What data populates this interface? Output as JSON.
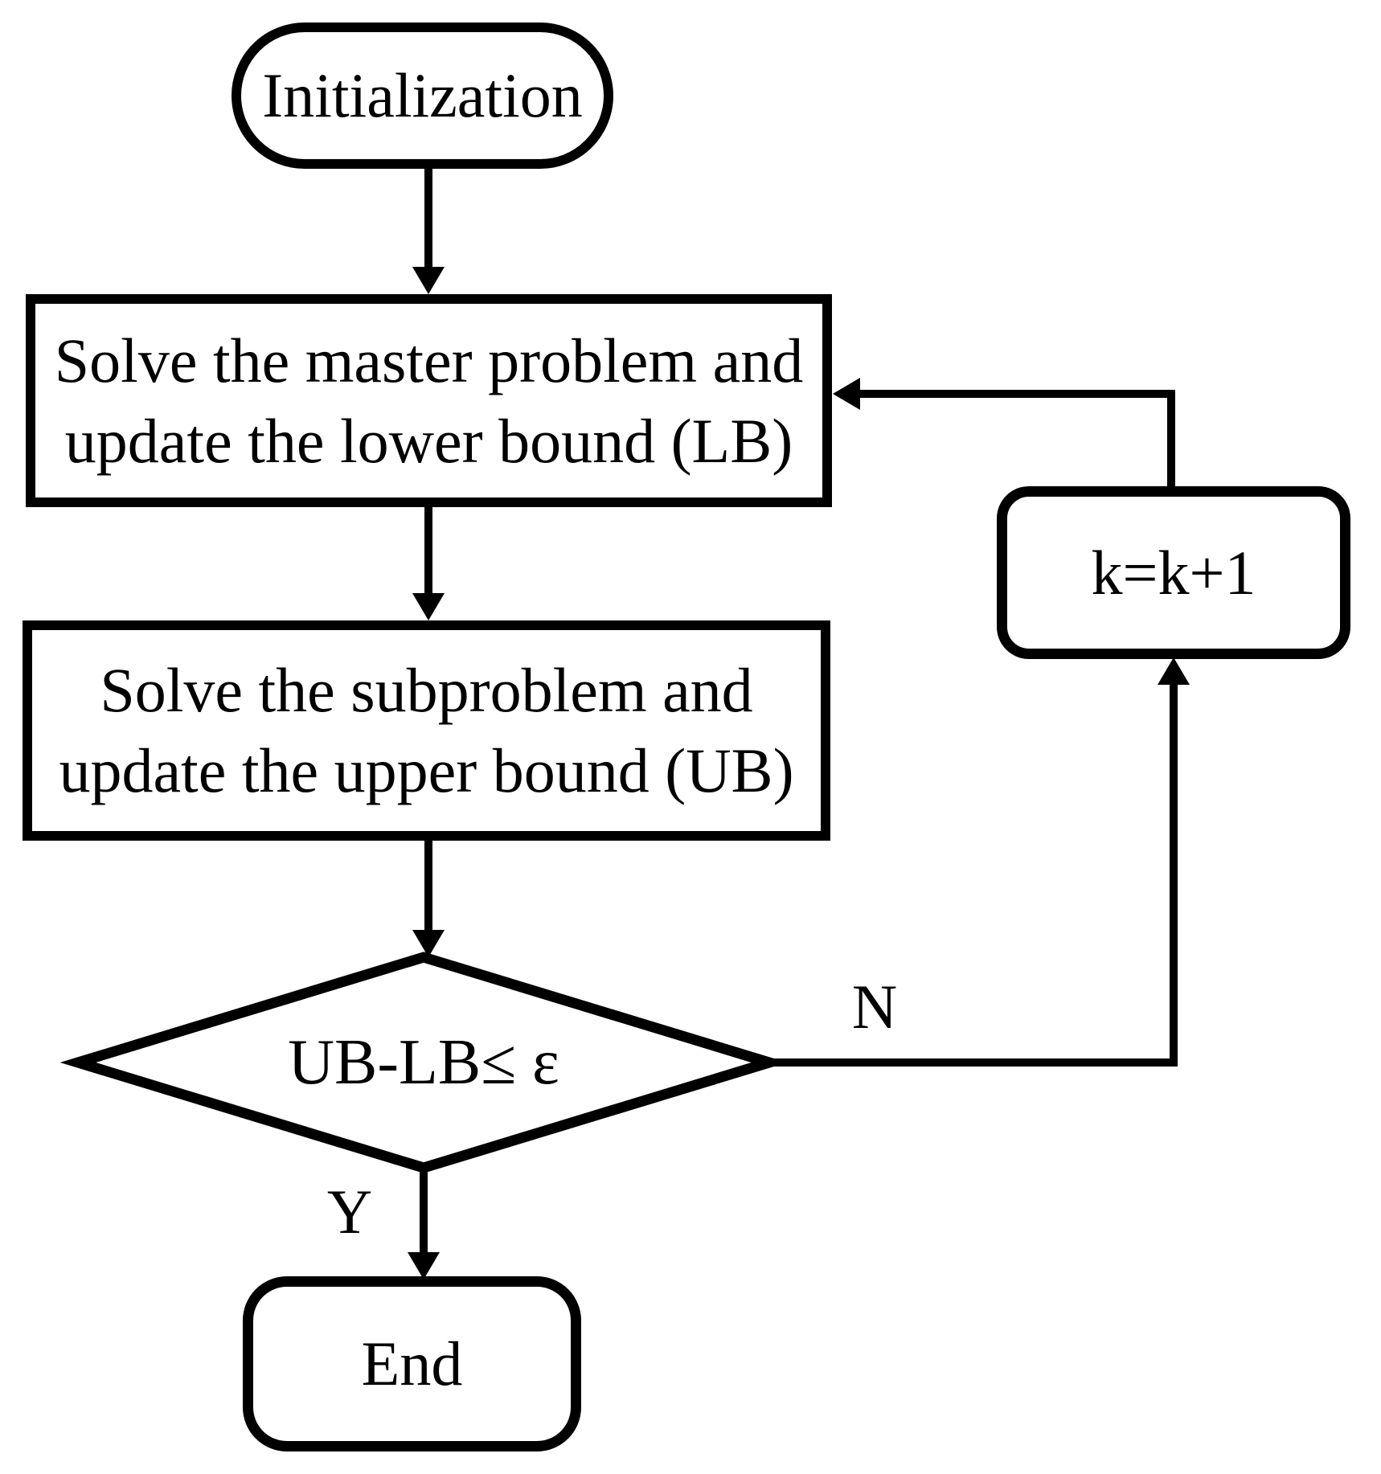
{
  "figure": {
    "title": "Benders-style decomposition algorithm flowchart",
    "background_color": "#ffffff",
    "stroke_color": "#000000",
    "nodes": {
      "init": {
        "type": "terminator",
        "label": "Initialization"
      },
      "master": {
        "type": "process",
        "line1": "Solve the master problem and",
        "line2": "update the lower bound (LB)"
      },
      "sub": {
        "type": "process",
        "line1": "Solve the subproblem and",
        "line2": "update the upper bound (UB)"
      },
      "decision": {
        "type": "decision",
        "label": "UB-LB≤ ε"
      },
      "increment": {
        "type": "process",
        "label": "k=k+1"
      },
      "end": {
        "type": "terminator",
        "label": "End"
      }
    },
    "edge_labels": {
      "no": "N",
      "yes": "Y"
    }
  }
}
